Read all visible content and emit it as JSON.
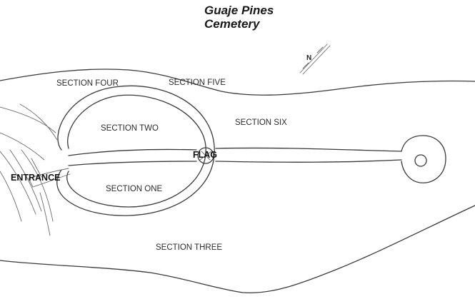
{
  "map": {
    "title_line1": "Guaje Pines",
    "title_line2": "Cemetery",
    "north_label": "N",
    "sections": {
      "four": "SECTION FOUR",
      "five": "SECTION FIVE",
      "six": "SECTION SIX",
      "two": "SECTION TWO",
      "one": "SECTION ONE",
      "three": "SECTION THREE"
    },
    "flag_label": "FLAG",
    "entrance_label": "ENTRANCE"
  }
}
